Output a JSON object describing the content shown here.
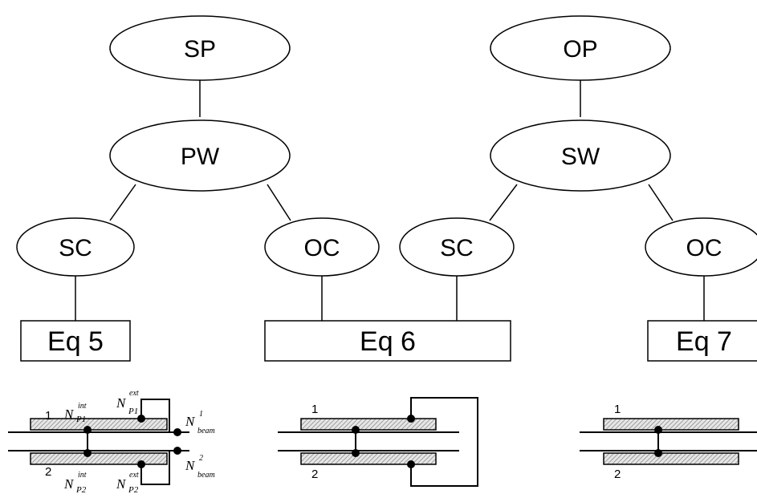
{
  "nodes": {
    "sp": "SP",
    "op": "OP",
    "pw": "PW",
    "sw": "SW",
    "sc_left": "SC",
    "oc_left": "OC",
    "sc_right": "SC",
    "oc_right": "OC"
  },
  "equations": {
    "eq5": "Eq 5",
    "eq6": "Eq 6",
    "eq7": "Eq 7"
  },
  "schematics": {
    "left": {
      "plate_top_label": "1",
      "plate_bottom_label": "2",
      "sym_N": "N",
      "sub_p1": "P1",
      "sub_p2": "P2",
      "sup_int": "int",
      "sup_ext": "ext",
      "sub_beam": "beam",
      "sup_1": "1",
      "sup_2": "2"
    },
    "middle": {
      "plate_top_label": "1",
      "plate_bottom_label": "2"
    },
    "right": {
      "plate_top_label": "1",
      "plate_bottom_label": "2"
    }
  },
  "colors": {
    "stroke": "#000000",
    "hatch": "#9a9a9a",
    "background": "#ffffff"
  }
}
